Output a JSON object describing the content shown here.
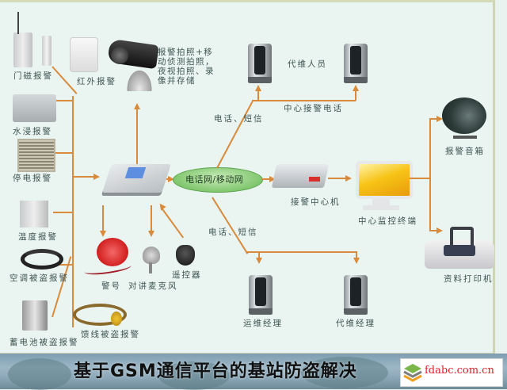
{
  "title": "基于GSM通信平台的基站防盗解决",
  "logo": {
    "text": "fdabc.com.cn",
    "colors": {
      "green": "#7ab648",
      "orange": "#f0a020",
      "gray": "#7f7f7f",
      "text": "#e0202a"
    }
  },
  "colors": {
    "background": "#eaf4f1",
    "connector": "#d98a3a",
    "label": "#3f5552",
    "cloud": "#7cc46a"
  },
  "sensors": [
    {
      "id": "door",
      "label": "门磁报警"
    },
    {
      "id": "infrared",
      "label": "红外报警"
    },
    {
      "id": "water",
      "label": "水浸报警"
    },
    {
      "id": "power",
      "label": "停电报警"
    },
    {
      "id": "temperature",
      "label": "温度报警"
    },
    {
      "id": "aircon",
      "label": "空调被盗报警"
    },
    {
      "id": "battery",
      "label": "蓄电池被盗报警"
    },
    {
      "id": "feeder",
      "label": "馈线被盗报警"
    }
  ],
  "camera": {
    "label_lines": [
      "报警拍照+移",
      "动侦测拍照，",
      "夜视拍照、录",
      "像并存储"
    ]
  },
  "peripherals": [
    {
      "id": "siren",
      "label": "警号"
    },
    {
      "id": "microphone",
      "label": "对讲麦克风"
    },
    {
      "id": "remote",
      "label": "遥控器"
    }
  ],
  "network": {
    "label": "电话网/移动网"
  },
  "top_branch": {
    "link_label": "电话、短信",
    "bus_label": "中心接警电话",
    "group_label": "代维人员"
  },
  "bottom_branch": {
    "link_label": "电话、短信",
    "phones": [
      {
        "label": "运维经理"
      },
      {
        "label": "代维经理"
      }
    ]
  },
  "center": {
    "receiver_label": "接警中心机",
    "terminal_label": "中心监控终端"
  },
  "outputs": [
    {
      "id": "speaker",
      "label": "报警音箱"
    },
    {
      "id": "printer",
      "label": "资料打印机"
    }
  ]
}
